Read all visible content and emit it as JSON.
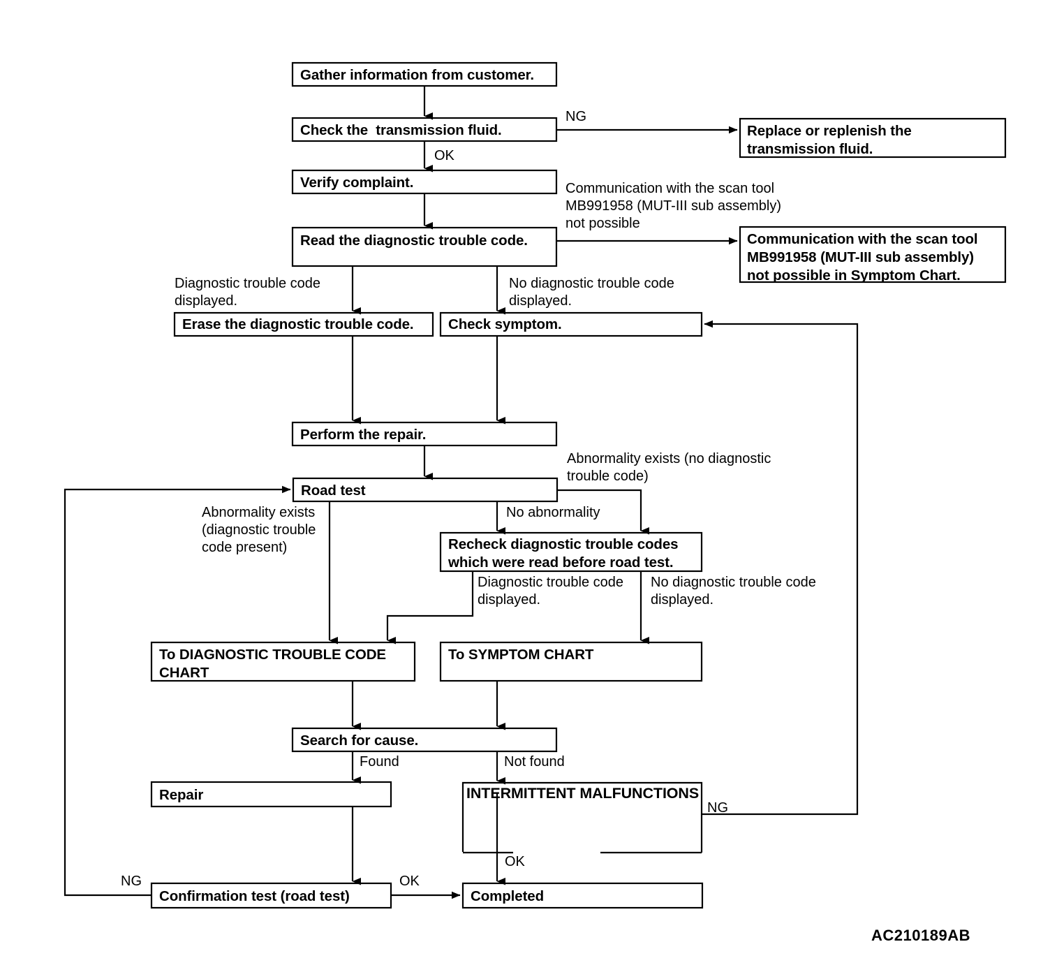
{
  "diagram": {
    "type": "flowchart",
    "title": "Transmission diagnostic troubleshooting flow",
    "figure_id": "AC210189AB",
    "nodes": [
      {
        "id": "gather",
        "label": "Gather information from customer."
      },
      {
        "id": "check_fluid",
        "label": "Check the  transmission fluid."
      },
      {
        "id": "replace_fluid",
        "label": "Replace or replenish the\ntransmission fluid."
      },
      {
        "id": "verify",
        "label": "Verify complaint."
      },
      {
        "id": "read_dtc",
        "label": "Read the diagnostic trouble code."
      },
      {
        "id": "comm_symptom",
        "label": "Communication with the scan tool\nMB991958 (MUT-III sub assembly)\nnot possible in Symptom Chart."
      },
      {
        "id": "erase_dtc",
        "label": "Erase the diagnostic trouble code."
      },
      {
        "id": "check_symptom",
        "label": "Check symptom."
      },
      {
        "id": "perform_repair",
        "label": "Perform the repair."
      },
      {
        "id": "road_test",
        "label": "Road test"
      },
      {
        "id": "recheck_dtc",
        "label": "Recheck diagnostic trouble codes\nwhich were read before road test."
      },
      {
        "id": "to_dtc_chart",
        "label": "To DIAGNOSTIC TROUBLE CODE\nCHART"
      },
      {
        "id": "to_symptom_chart",
        "label": "To SYMPTOM CHART"
      },
      {
        "id": "search_cause",
        "label": "Search for cause."
      },
      {
        "id": "repair",
        "label": "Repair"
      },
      {
        "id": "intermittent",
        "label": "INTERMITTENT MALFUNCTIONS"
      },
      {
        "id": "confirmation",
        "label": "Confirmation test (road test)"
      },
      {
        "id": "completed",
        "label": "Completed"
      }
    ],
    "edge_labels": [
      {
        "id": "ng_fluid",
        "text": "NG"
      },
      {
        "id": "ok_fluid",
        "text": "OK"
      },
      {
        "id": "comm_not_possible",
        "text": "Communication with the scan tool\nMB991958 (MUT-III sub assembly)\nnot possible"
      },
      {
        "id": "dtc_displayed_1",
        "text": "Diagnostic trouble code\ndisplayed."
      },
      {
        "id": "no_dtc_displayed_1",
        "text": "No diagnostic trouble code\ndisplayed."
      },
      {
        "id": "abn_no_dtc",
        "text": "Abnormality exists (no diagnostic\ntrouble code)"
      },
      {
        "id": "abn_dtc_present",
        "text": "Abnormality exists\n(diagnostic trouble\ncode present)"
      },
      {
        "id": "no_abnormality",
        "text": "No abnormality"
      },
      {
        "id": "dtc_displayed_2",
        "text": "Diagnostic trouble code\ndisplayed."
      },
      {
        "id": "no_dtc_displayed_2",
        "text": "No diagnostic trouble code\ndisplayed."
      },
      {
        "id": "found",
        "text": "Found"
      },
      {
        "id": "not_found",
        "text": "Not found"
      },
      {
        "id": "ng_intermittent",
        "text": "NG"
      },
      {
        "id": "ok_intermittent",
        "text": "OK"
      },
      {
        "id": "ng_confirmation",
        "text": "NG"
      },
      {
        "id": "ok_confirmation",
        "text": "OK"
      }
    ],
    "colors": {
      "stroke": "#000000",
      "fill": "#ffffff",
      "text": "#000000"
    }
  }
}
